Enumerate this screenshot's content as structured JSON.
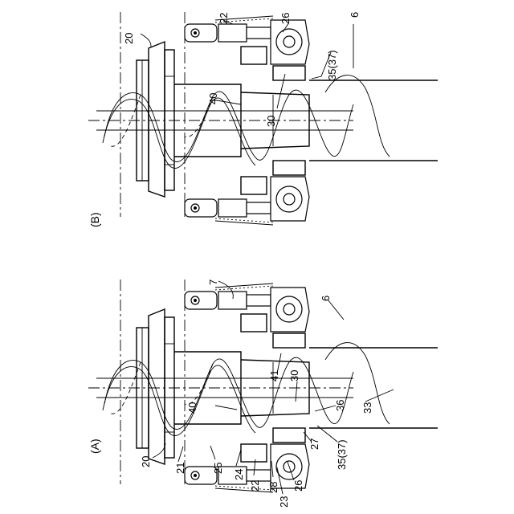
{
  "panels": {
    "A": {
      "label": "(A)",
      "refs": {
        "r7": "7",
        "r6": "6",
        "r41": "41",
        "r30": "30",
        "r40": "40",
        "r36": "36",
        "r33": "33",
        "r27": "27",
        "r35": "35(37)",
        "r20": "20",
        "r21": "21",
        "r25": "25",
        "r24": "24",
        "r22": "22",
        "r28": "28",
        "r23": "23",
        "r26": "26"
      }
    },
    "B": {
      "label": "(B)",
      "refs": {
        "r20": "20",
        "r22": "22",
        "r26": "26",
        "r6": "6",
        "r35": "35(37)",
        "r40": "40",
        "r30": "30"
      }
    }
  }
}
